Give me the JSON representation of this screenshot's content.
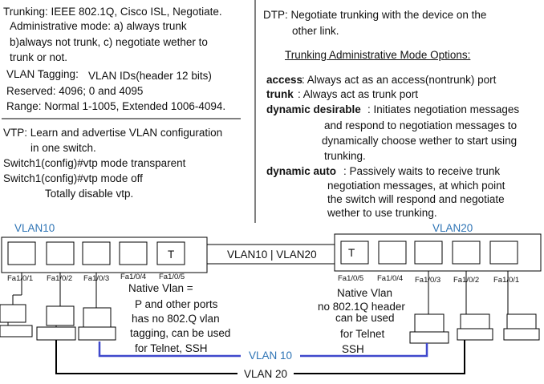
{
  "left_notes": {
    "trunking": "Trunking: IEEE 802.1Q, Cisco ISL, Negotiate.",
    "admin_mode_1": "Administrative mode: a) always trunk",
    "admin_mode_2": "b)always not trunk, c) negotiate wether to",
    "admin_mode_3": "trunk or not.",
    "vlan_tagging_label": "VLAN Tagging:",
    "vlan_tagging_value": "VLAN IDs(header 12 bits)",
    "reserved": "Reserved: 4096; 0 and 4095",
    "range": "Range: Normal 1-1005, Extended 1006-4094."
  },
  "vtp_notes": {
    "line1": "VTP: Learn and advertise VLAN configuration",
    "line2": "in one switch.",
    "line3": "Switch1(config)#vtp mode transparent",
    "line4": "Switch1(config)#vtp mode off",
    "line5": "Totally disable vtp."
  },
  "dtp_notes": {
    "line1": "DTP: Negotiate trunking with the device on the",
    "line2": "other link.",
    "heading": "Trunking Administrative Mode Options:",
    "access_term": "access",
    "access_desc": ":  Always act as an access(nontrunk) port",
    "trunk_term": "trunk",
    "trunk_desc": ":  Always act as trunk port",
    "desirable_term": "dynamic desirable",
    "desirable_desc1": ": Initiates negotiation messages",
    "desirable_desc2": "and respond to negotiation messages to",
    "desirable_desc3": "dynamically choose wether to start using",
    "desirable_desc4": "trunking.",
    "auto_term": "dynamic auto",
    "auto_desc1": ": Passively waits to receive trunk",
    "auto_desc2": "negotiation messages, at which point",
    "auto_desc3": "the switch will respond and negotiate",
    "auto_desc4": "wether to use trunking."
  },
  "diagram": {
    "left_switch_vlan": "VLAN10",
    "right_switch_vlan": "VLAN20",
    "trunk_label": "VLAN10 | VLAN20",
    "trunk_port_mark": "T",
    "left_ports": [
      "Fa1/0/1",
      "Fa1/0/2",
      "Fa1/0/3",
      "Fa1/0/4",
      "Fa1/0/5"
    ],
    "right_ports": [
      "Fa1/0/5",
      "Fa1/0/4",
      "Fa1/0/3",
      "Fa1/0/2",
      "Fa1/0/1"
    ],
    "native_left": [
      "Native Vlan =",
      "P and other ports",
      "has no 802.Q vlan",
      "tagging, can be used",
      "for Telnet, SSH"
    ],
    "native_right": [
      "Native Vlan",
      "no 802.1Q header",
      "can be used",
      "for Telnet",
      "SSH"
    ],
    "vlan10_link": "VLAN 10",
    "vlan20_link": "VLAN 20",
    "colors": {
      "vlan10_link": "#3f48cc",
      "vlan_text": "#2e74b5",
      "lines": "#000000"
    }
  }
}
